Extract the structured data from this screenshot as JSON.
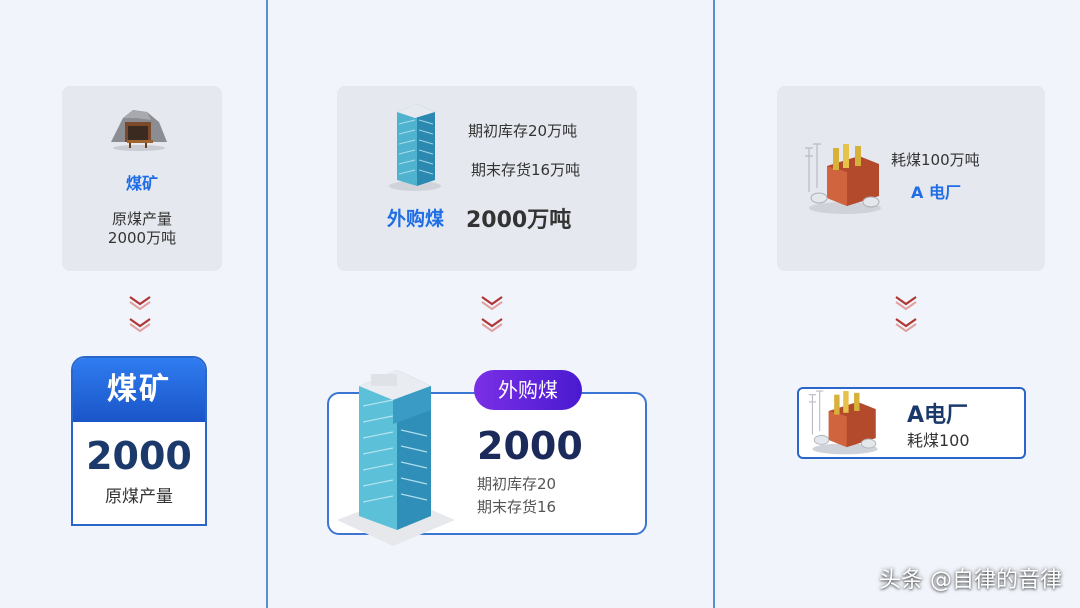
{
  "left": {
    "card_title": "煤矿",
    "card_line1": "原煤产量",
    "card_line2": "2000万吨",
    "result_header": "煤矿",
    "result_value": "2000",
    "result_label": "原煤产量"
  },
  "middle": {
    "line1": "期初库存20万吨",
    "line2": "期末存货16万吨",
    "label": "外购煤",
    "amount": "2000万吨",
    "pill": "外购煤",
    "result_value": "2000",
    "result_line1": "期初库存20",
    "result_line2": "期末存货16"
  },
  "right": {
    "line1": "耗煤100万吨",
    "label": "A 电厂",
    "result_title": "A电厂",
    "result_sub": "耗煤100"
  },
  "watermark": "头条 @自律的音律",
  "icons": [
    "mine-icon",
    "building-icon",
    "power-plant-icon",
    "chevron-down-icon"
  ],
  "colors": {
    "accent": "#1f6ee6",
    "navy": "#1b3a6b",
    "pill": "#5b16d6",
    "divider": "#5b8fd0"
  }
}
